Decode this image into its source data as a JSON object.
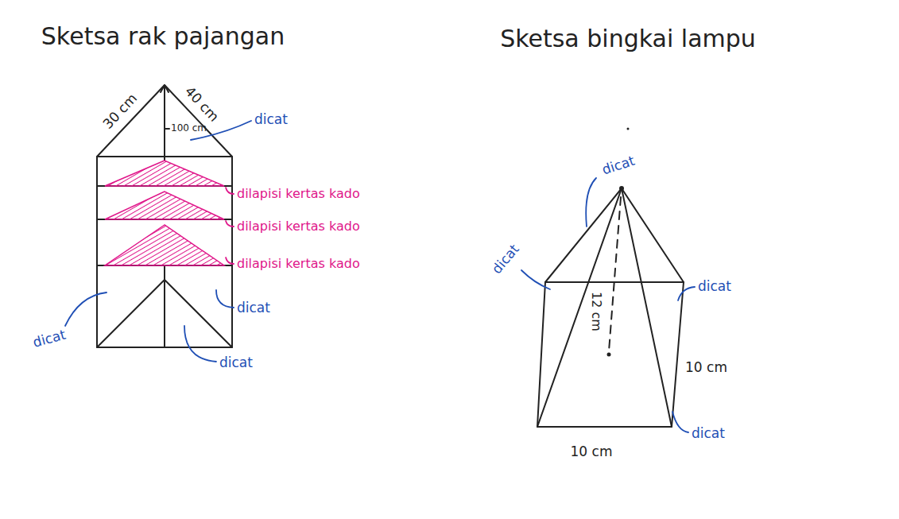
{
  "diagram": {
    "labels": [
      "Sketsa rak pajangan",
      "Sketsa bingkai lampu",
      "30 cm",
      "40 cm",
      "100 cm",
      "dicat",
      "dilapisi kertas kado",
      "dilapisi kertas kado",
      "dilapisi kertas kado",
      "dicat",
      "dicat",
      "dicat",
      "dicat",
      "dicat",
      "12 cm",
      "dicat",
      "10 cm",
      "dicat",
      "10 cm"
    ]
  }
}
